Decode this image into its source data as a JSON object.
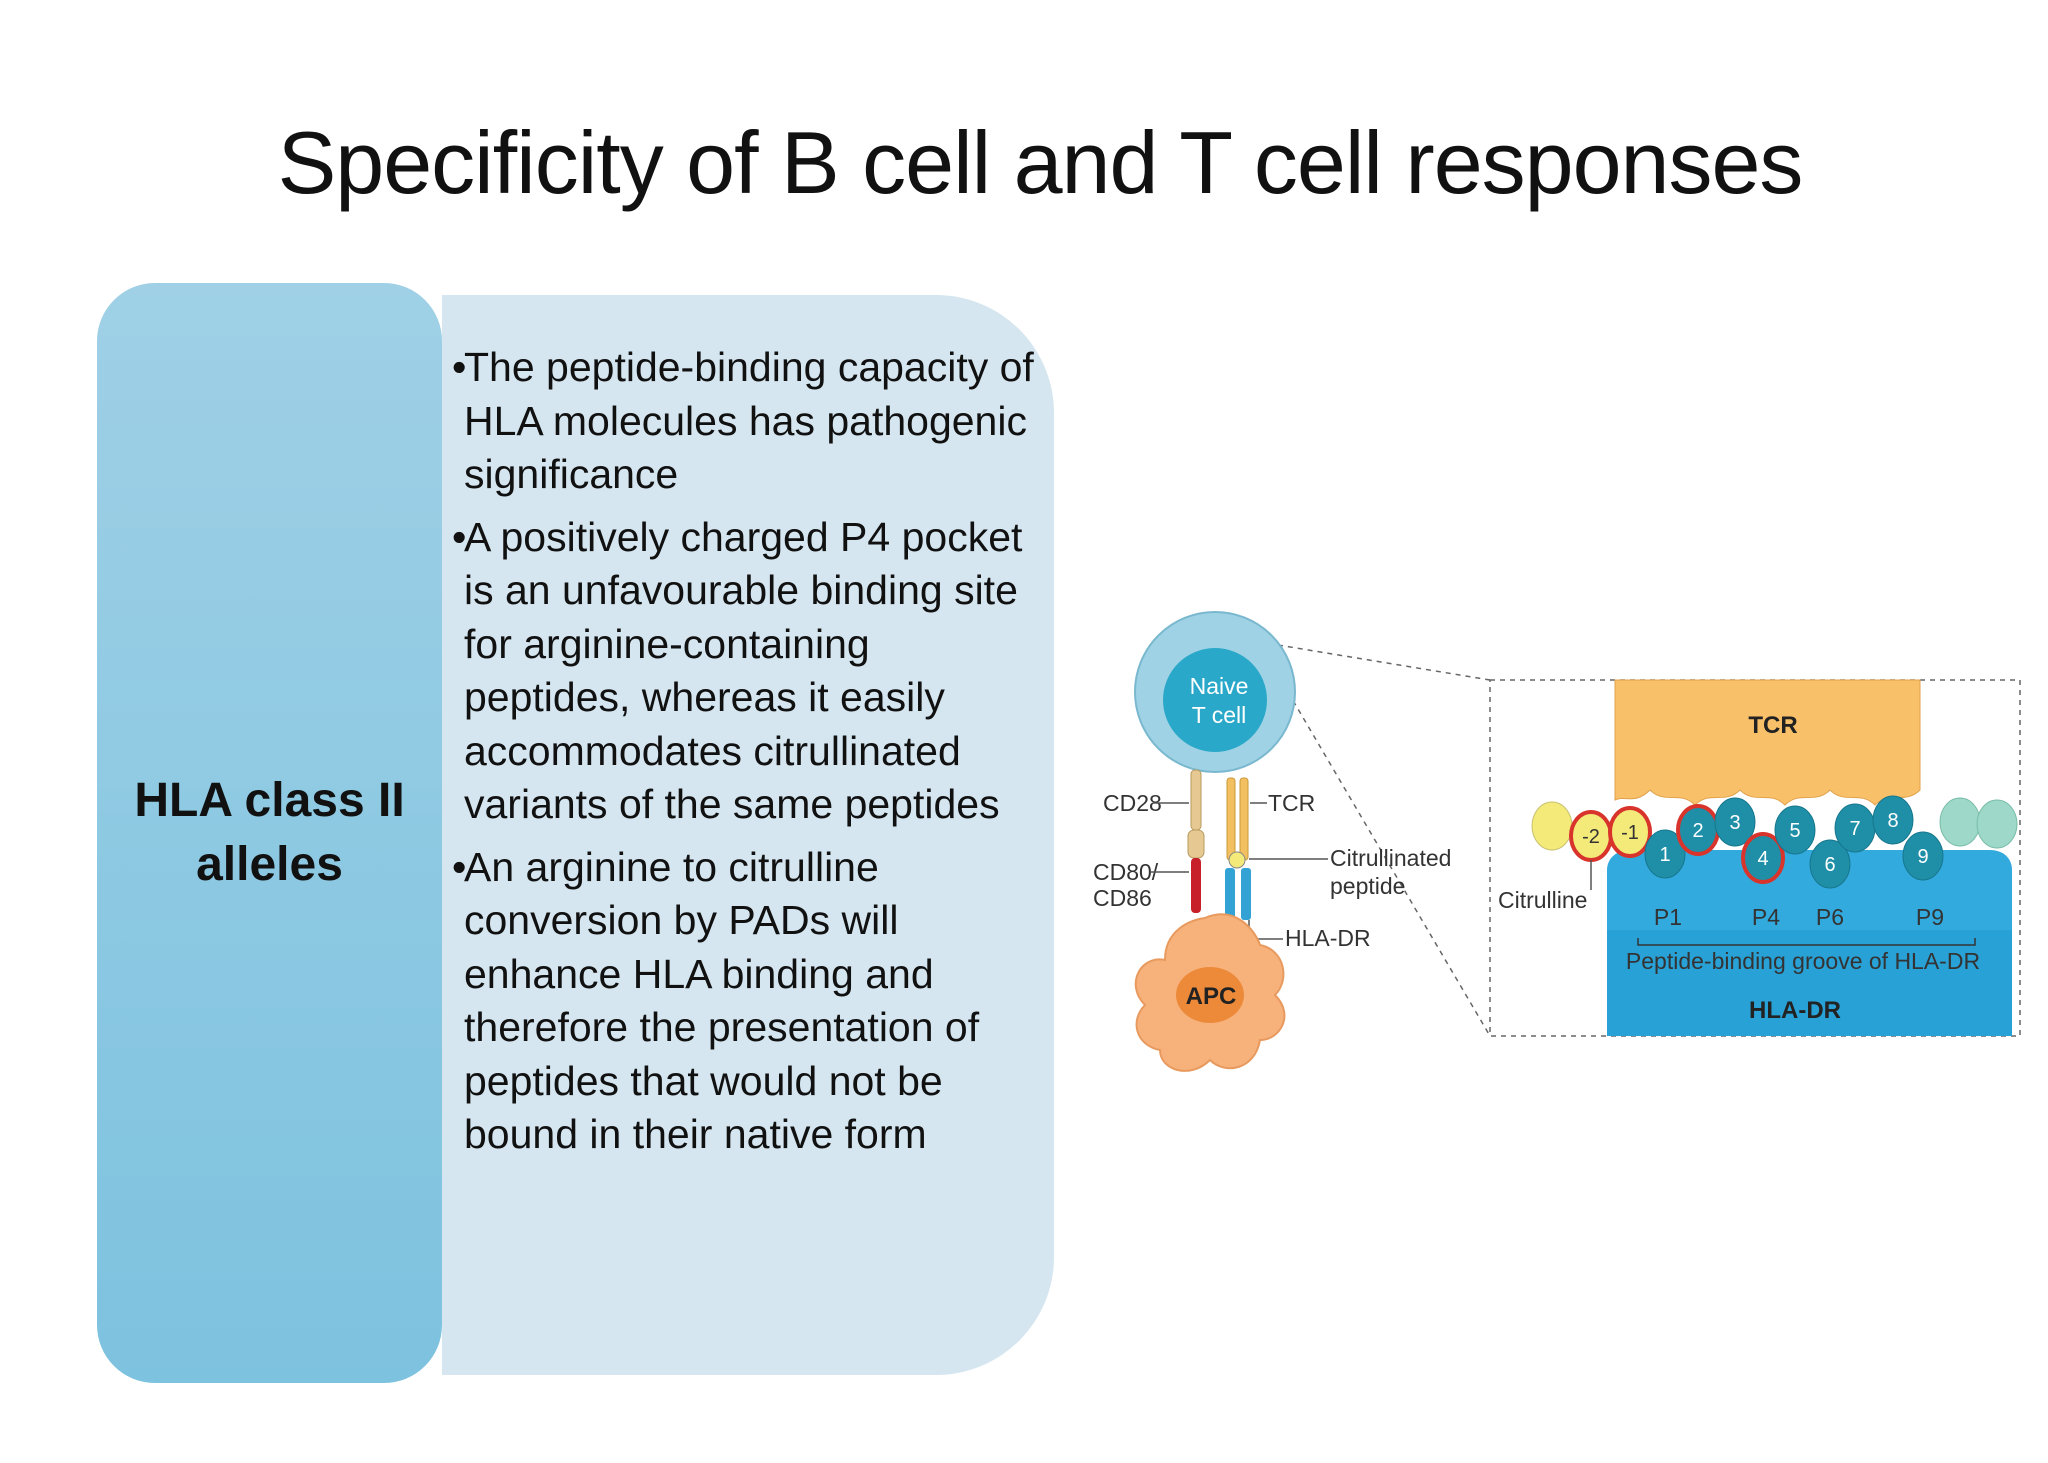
{
  "slide": {
    "title": "Specificity of B cell and T cell responses",
    "sidebar_label": "HLA class II alleles",
    "bullets": [
      "The peptide-binding capacity of HLA molecules has pathogenic significance",
      "A positively charged P4 pocket is an unfavourable binding site for arginine-containing peptides, whereas it easily accommodates citrullinated variants of the same peptides",
      "An arginine to citrulline conversion by PADs will enhance HLA binding and therefore the presentation of peptides that would not be bound in their native form"
    ],
    "bullet_glyph": "•"
  },
  "diagram": {
    "naive_t_cell": [
      "Naive",
      "T cell"
    ],
    "apc": "APC",
    "cd28": "CD28",
    "tcr_small": "TCR",
    "cd80": "CD80/",
    "cd86": "CD86",
    "citrullinated": [
      "Citrullinated",
      "peptide"
    ],
    "hla_dr_small": "HLA-DR",
    "tcr_box": "TCR",
    "citrulline": "Citrulline",
    "peptide_positions": [
      "-2",
      "-1",
      "1",
      "2",
      "3",
      "4",
      "5",
      "6",
      "7",
      "8",
      "9"
    ],
    "pockets": [
      "P1",
      "P4",
      "P6",
      "P9"
    ],
    "groove_label": "Peptide-binding groove of HLA-DR",
    "hla_dr_box": "HLA-DR"
  },
  "colors": {
    "sidebar": "#7dc2df",
    "panel": "#d5e6f0",
    "tcell": "#8ccbe0",
    "apc": "#f6b07a",
    "tcr": "#f9c06a",
    "hla": "#33aadd",
    "citrulline": "#f3ea7a",
    "peptide": "#1f8fa8"
  }
}
